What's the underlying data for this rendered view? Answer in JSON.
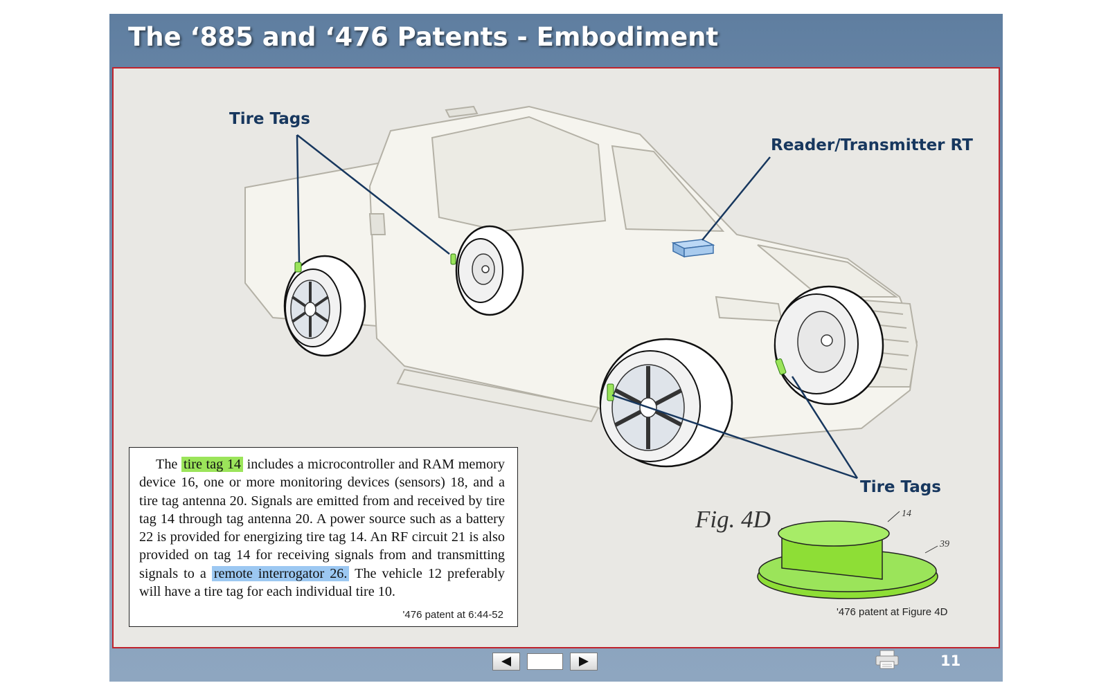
{
  "slide": {
    "title": "The ‘885 and ‘476 Patents - Embodiment",
    "page_number": "11"
  },
  "callouts": {
    "tire_tags_top": "Tire Tags",
    "reader_transmitter": "Reader/Transmitter RT",
    "tire_tags_bottom": "Tire Tags"
  },
  "quote": {
    "t1": "The ",
    "hl1": "tire tag 14",
    "t2": " includes a microcontroller and RAM memory device 16, one or more monitoring devices (sensors) 18, and a tire tag antenna 20. Signals are emitted from and received by tire tag 14 through tag antenna 20. A power source such as a battery 22 is provided for energizing tire tag 14. An RF circuit 21 is also provided on tag 14 for receiving signals from and transmitting signals to a ",
    "hl2": "remote interrogator 26.",
    "t3": " The vehicle 12 preferably will have a tire tag for each individual tire 10.",
    "citation": "'476 patent at 6:44-52"
  },
  "figure": {
    "label": "Fig. 4D",
    "ref_14": "14",
    "ref_39": "39",
    "citation": "'476 patent at Figure 4D"
  },
  "icons": {
    "prev": "triangle-left-icon",
    "next": "triangle-right-icon",
    "print": "printer-icon"
  },
  "colors": {
    "highlight_green": "#9be45a",
    "highlight_blue": "#9cc8f2",
    "callout_text": "#17375e",
    "border_red": "#c0232c"
  }
}
